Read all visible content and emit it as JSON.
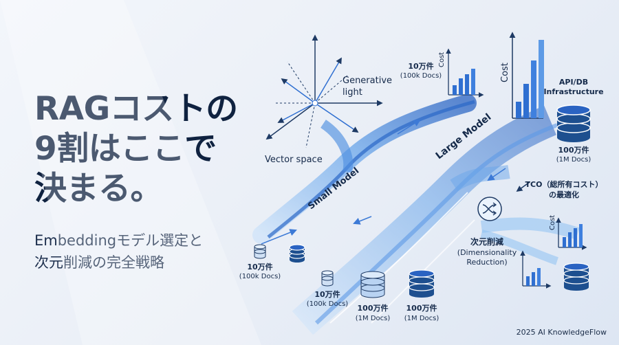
{
  "hero": {
    "title_line1": "RAGコストの",
    "title_line2": "9割はここで",
    "title_line3": "決まる。",
    "subtitle_line1": "Embeddingモデル選定と",
    "subtitle_line2": "次元削減の完全戦略"
  },
  "labels": {
    "vector_space": "Vector space",
    "generative_line1": "Generative",
    "generative_line2": "light",
    "small_model": "Small Model",
    "large_model": "Large Model",
    "cost": "Cost",
    "api_db_line1": "API/DB",
    "api_db_line2": "Infrastructure",
    "tco_line1": "TCO（総所有コスト）",
    "tco_line2": "の最適化",
    "dim_line1": "次元削減",
    "dim_line2": "(Dimensionality",
    "dim_line3": "Reduction)",
    "docs_10k_jp": "10万件",
    "docs_10k_en": "(100k Docs)",
    "docs_1m_jp": "100万件",
    "docs_1m_en": "(1M Docs)"
  },
  "footer": "2025 AI KnowledgeFlow",
  "colors": {
    "navy": "#0f2240",
    "blue": "#2f6fd1",
    "light_blue": "#8ec1f2",
    "db_dark": "#1d4f8f"
  }
}
